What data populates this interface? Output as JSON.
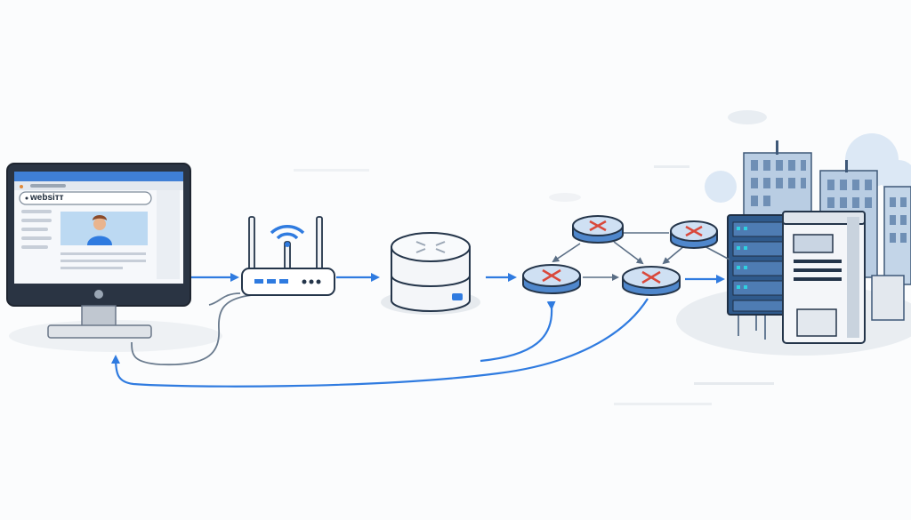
{
  "browser": {
    "address_text": "websiтт"
  },
  "colors": {
    "accent": "#2f7be0",
    "outline": "#24354a",
    "router_blue": "#5c93d6",
    "arrow_red": "#d9483b",
    "background": "#fbfcfd"
  },
  "nodes": [
    {
      "id": "computer",
      "icon": "desktop-computer-icon"
    },
    {
      "id": "wifi_router",
      "icon": "wifi-router-icon"
    },
    {
      "id": "modem",
      "icon": "modem-router-icon"
    },
    {
      "id": "router_1",
      "icon": "network-router-icon"
    },
    {
      "id": "router_2",
      "icon": "network-router-icon"
    },
    {
      "id": "router_3",
      "icon": "network-router-icon"
    },
    {
      "id": "router_4",
      "icon": "network-router-icon"
    },
    {
      "id": "data_center",
      "icon": "server-icon"
    }
  ]
}
